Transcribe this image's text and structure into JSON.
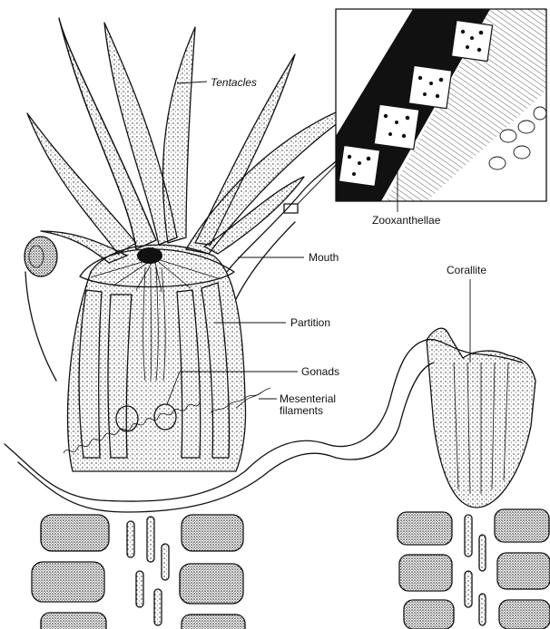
{
  "labels": {
    "tentacles": "Tentacles",
    "zooxanthellae": "Zooxanthellae",
    "mouth": "Mouth",
    "corallite": "Corallite",
    "partition": "Partition",
    "gonads": "Gonads",
    "mesenterial_line1": "Mesenterial",
    "mesenterial_line2": "filaments"
  },
  "colors": {
    "ink": "#111111",
    "stipple": "#2a2a2a",
    "paper": "#ffffff"
  }
}
